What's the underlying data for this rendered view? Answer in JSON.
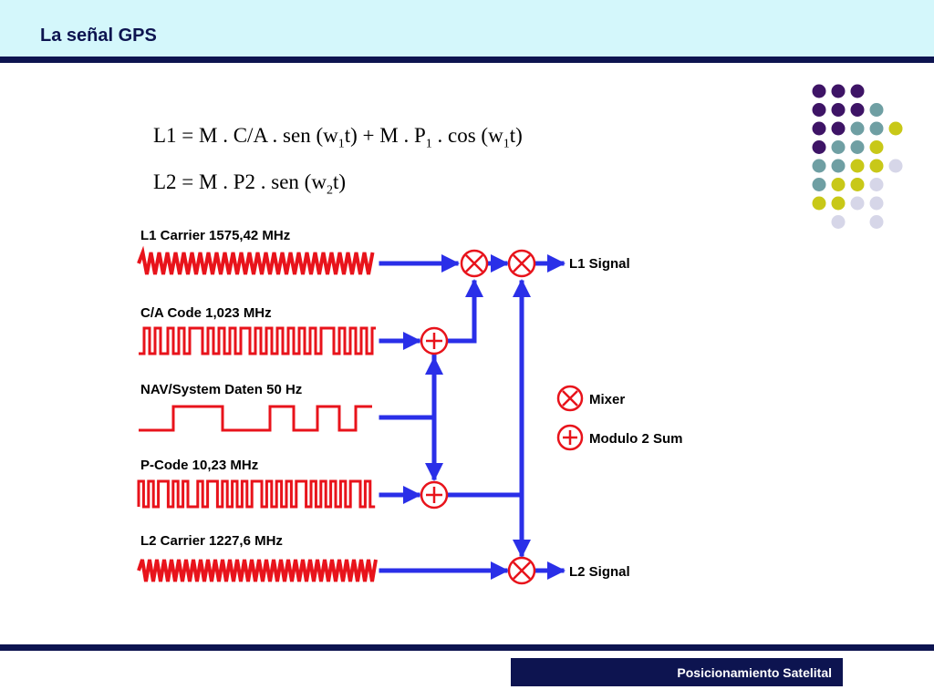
{
  "header": {
    "title": "La señal GPS"
  },
  "footer": {
    "text": "Posicionamiento Satelital"
  },
  "equations": {
    "l1": {
      "a": "L1 = M . C/A . sen (w",
      "b": "1",
      "c": "t) + M . P",
      "d": "1",
      "e": " . cos (w",
      "f": "1",
      "g": "t)"
    },
    "l2": {
      "a": "L2 = M . P2 . sen (w",
      "b": "2",
      "c": "t)"
    }
  },
  "diagram": {
    "inputs": {
      "l1_carrier": "L1 Carrier 1575,42 MHz",
      "ca_code": "C/A Code 1,023 MHz",
      "nav": "NAV/System Daten 50 Hz",
      "p_code": "P-Code 10,23 MHz",
      "l2_carrier": "L2 Carrier 1227,6 MHz"
    },
    "outputs": {
      "l1_signal": "L1 Signal",
      "l2_signal": "L2 Signal"
    },
    "legend": {
      "mixer": "Mixer",
      "sum": "Modulo 2 Sum"
    }
  },
  "colors": {
    "header_bg": "#d4f7fb",
    "navy": "#0d1450",
    "signal_red": "#e8131b",
    "arrow_blue": "#2a2fe8",
    "dot_purple": "#3e1466",
    "dot_teal": "#6f9fa3",
    "dot_yellow": "#c8c818",
    "dot_lavender": "#d6d6e8"
  }
}
